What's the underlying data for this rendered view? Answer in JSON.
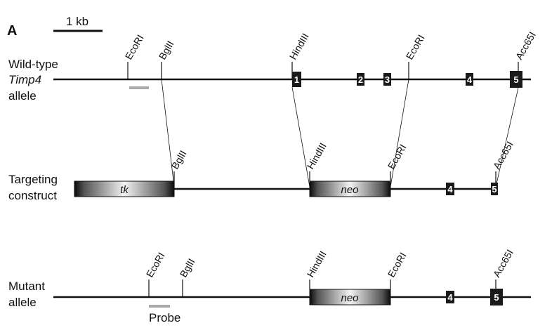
{
  "panel_label": "A",
  "scale_bar": {
    "label": "1 kb"
  },
  "rows": {
    "wildtype": {
      "label_lines": [
        "Wild-type",
        "Timp4",
        "allele"
      ]
    },
    "targeting": {
      "label_lines": [
        "Targeting",
        "construct"
      ]
    },
    "mutant": {
      "label_lines": [
        "Mutant",
        "allele"
      ]
    }
  },
  "sites": {
    "ecori": "EcoRI",
    "bglii": "BglII",
    "hindiii": "HindIII",
    "acc65i": "Acc65I"
  },
  "exons": {
    "e1": "1",
    "e2": "2",
    "e3": "3",
    "e4": "4",
    "e5": "5"
  },
  "cassettes": {
    "tk": "tk",
    "neo": "neo"
  },
  "probe_label": "Probe",
  "colors": {
    "line": "#111111",
    "exon": "#1a1a1a",
    "probe": "#aaaaaa"
  }
}
